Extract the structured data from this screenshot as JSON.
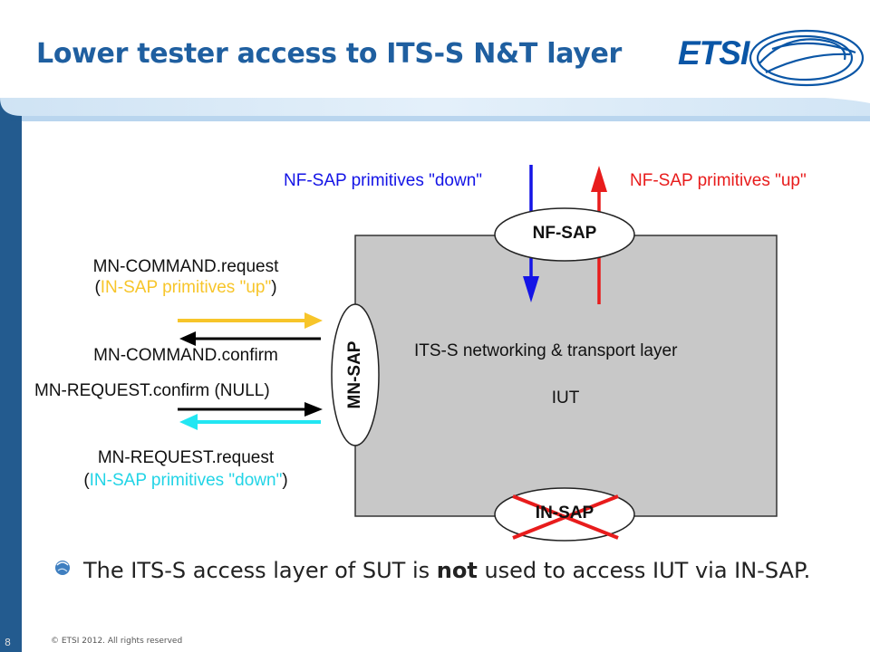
{
  "slide": {
    "title": "Lower tester access to ITS-S N&T layer",
    "logo": "ETSI",
    "page_number": "8",
    "copyright": "© ETSI 2012. All rights reserved"
  },
  "diagram": {
    "nf_down_label": "NF-SAP primitives \"down\"",
    "nf_up_label": "NF-SAP primitives \"up\"",
    "nf_sap": "NF-SAP",
    "mn_sap": "MN-SAP",
    "in_sap": "IN-SAP",
    "layer_label": "ITS-S networking & transport layer",
    "iut_label": "IUT",
    "mn_command_request": "MN-COMMAND.request",
    "in_up_open": "(",
    "in_up_text": "IN-SAP primitives \"up\"",
    "in_up_close": ")",
    "mn_command_confirm": "MN-COMMAND.confirm",
    "mn_request_confirm": "MN-REQUEST.confirm (NULL)",
    "mn_request_request": "MN-REQUEST.request",
    "in_down_open": "(",
    "in_down_text": "IN-SAP primitives \"down\"",
    "in_down_close": ")",
    "colors": {
      "down": "#1414e6",
      "up": "#e81c1c",
      "yellow": "#f7c52a",
      "cyan": "#22e6f2",
      "box": "#c8c8c8"
    }
  },
  "bullet": {
    "before": "The ITS-S access layer of SUT is ",
    "bold": "not",
    "after": " used to access IUT via IN-SAP."
  }
}
